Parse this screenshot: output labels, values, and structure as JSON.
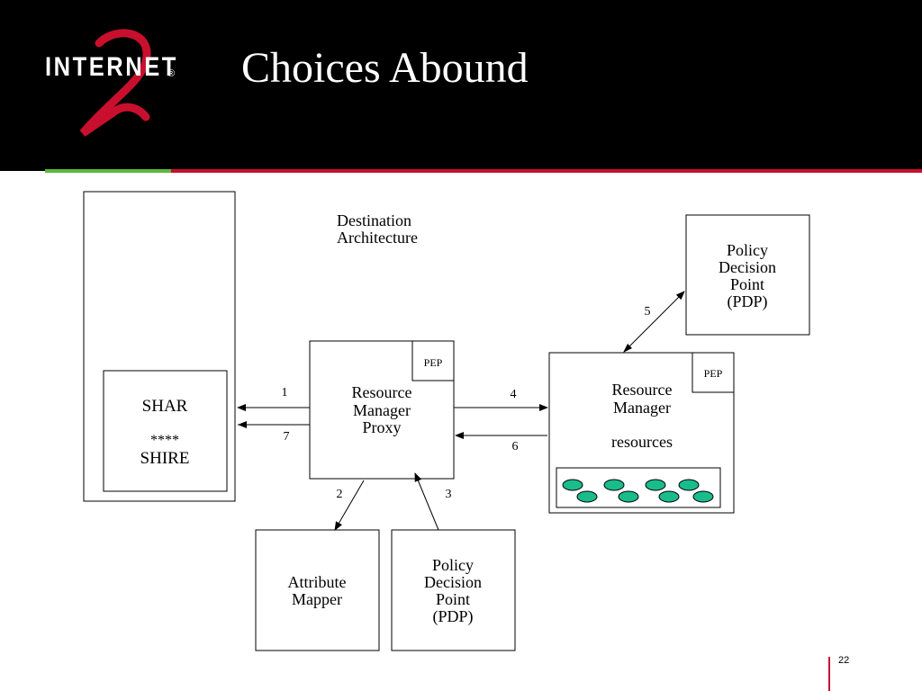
{
  "header": {
    "logo_text": "INTERNET",
    "logo_reg": "®",
    "title": "Choices Abound"
  },
  "diagram": {
    "caption_line1": "Destination",
    "caption_line2": "Architecture",
    "shar_label": "SHAR",
    "stars": "****",
    "shire_label": "SHIRE",
    "rmp_line1": "Resource",
    "rmp_line2": "Manager",
    "rmp_line3": "Proxy",
    "pep_proxy": "PEP",
    "rm_line1": "Resource",
    "rm_line2": "Manager",
    "rm_resources": "resources",
    "pep_rm": "PEP",
    "pdp_top_line1": "Policy",
    "pdp_top_line2": "Decision",
    "pdp_top_line3": "Point",
    "pdp_top_line4": "(PDP)",
    "mapper_line1": "Attribute",
    "mapper_line2": "Mapper",
    "pdp_bottom_line1": "Policy",
    "pdp_bottom_line2": "Decision",
    "pdp_bottom_line3": "Point",
    "pdp_bottom_line4": "(PDP)",
    "step_1": "1",
    "step_2": "2",
    "step_3": "3",
    "step_4": "4",
    "step_5": "5",
    "step_6": "6",
    "step_7": "7"
  },
  "colors": {
    "header_bg": "#000000",
    "stripe_green": "#5cb83a",
    "stripe_red": "#c8102e",
    "logo_two": "#c8102e",
    "resource_dot": "#1abc8c"
  },
  "footer": {
    "page_number": "22"
  }
}
